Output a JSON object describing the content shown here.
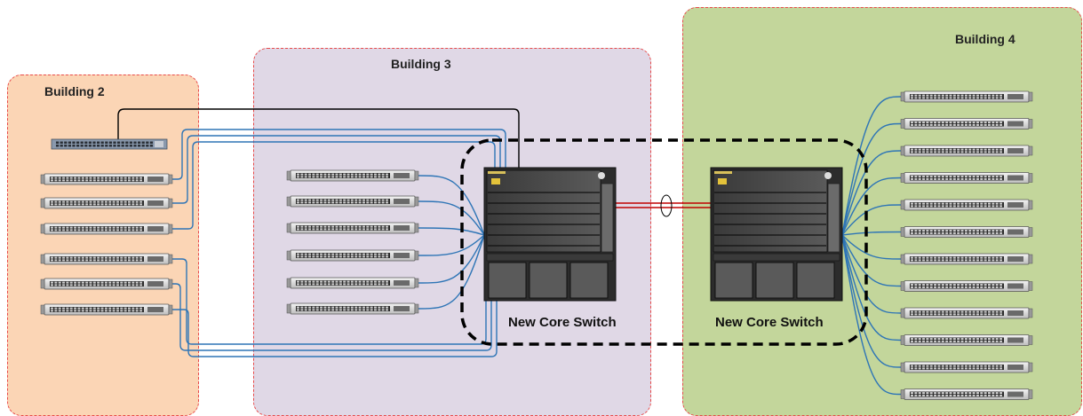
{
  "buildings": {
    "b2": {
      "label": "Building 2",
      "access_switches": 6,
      "legacy_switch": true
    },
    "b3": {
      "label": "Building 3",
      "access_switches": 6
    },
    "b4": {
      "label": "Building 4",
      "access_switches": 12
    }
  },
  "core": {
    "left_label": "New Core Switch",
    "right_label": "New Core Switch"
  },
  "colors": {
    "building2_fill": "#fbd5b5",
    "building3_fill": "#e0d8e6",
    "building4_fill": "#c3d69b",
    "building_border": "#e84a4a",
    "fiber_link": "#2e75b6",
    "copper_link": "#000000",
    "core_interconnect": "#c00000",
    "core_group_border": "#000000"
  }
}
